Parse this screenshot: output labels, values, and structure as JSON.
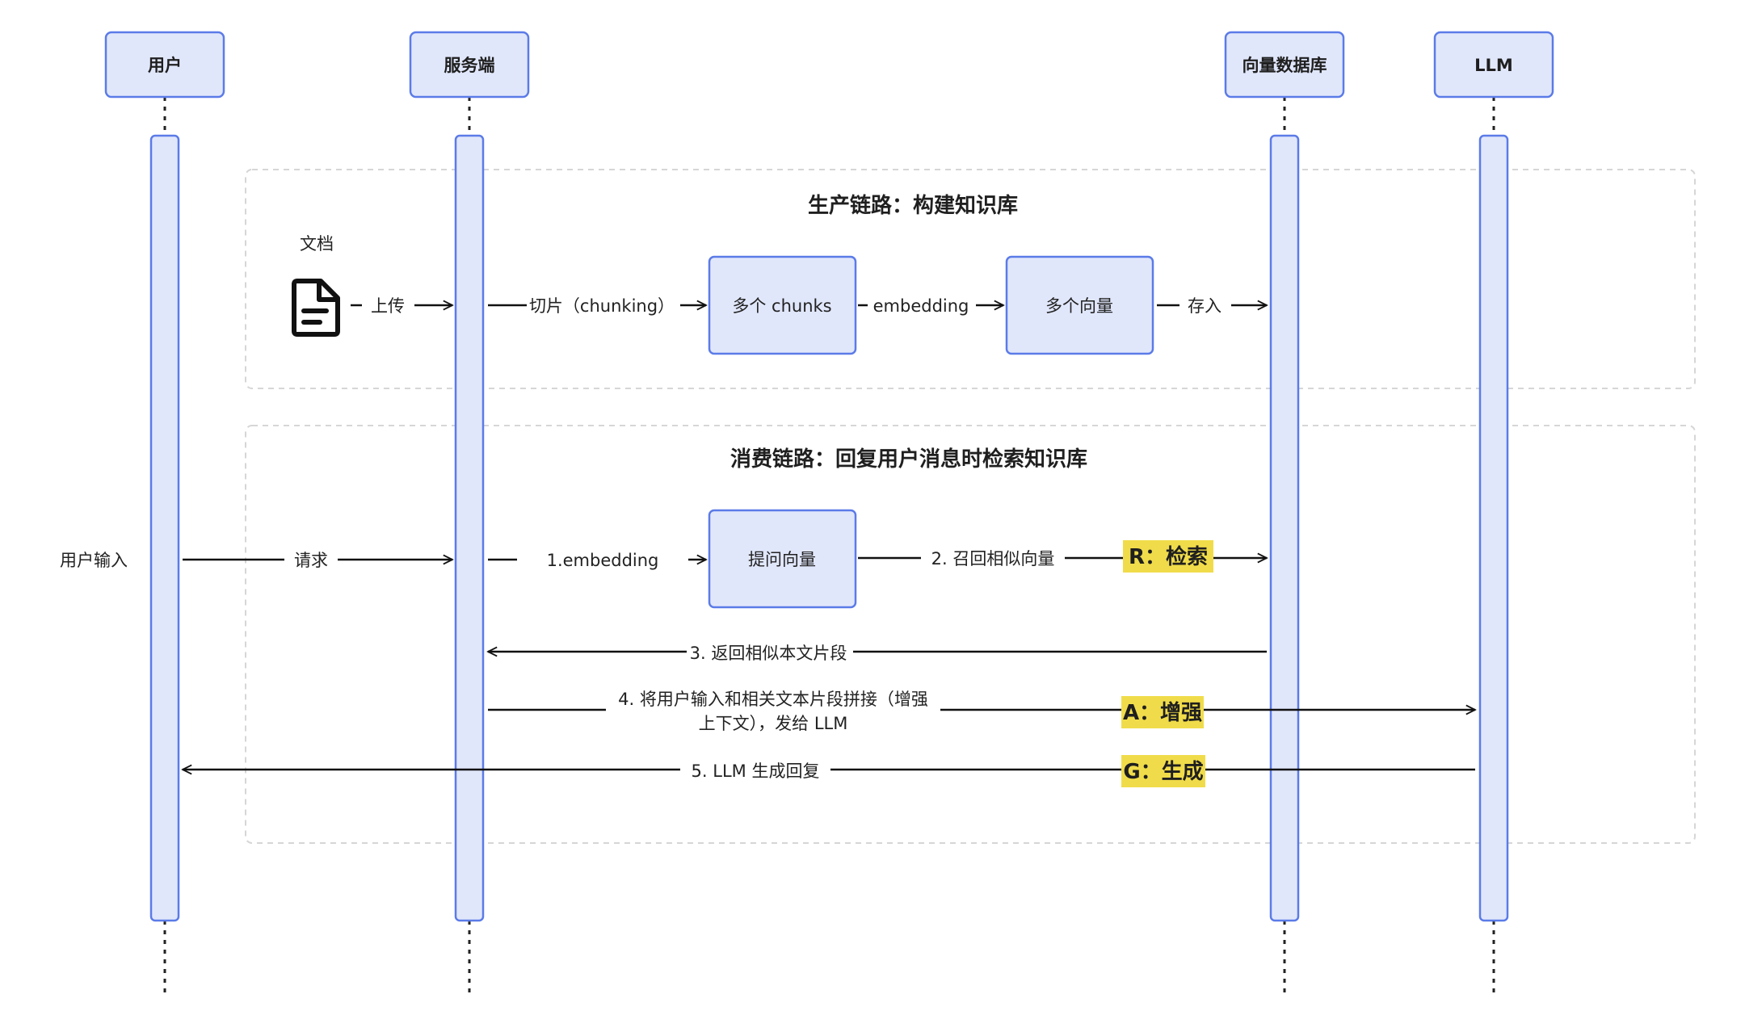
{
  "actors": [
    {
      "id": "user",
      "label": "用户"
    },
    {
      "id": "server",
      "label": "服务端"
    },
    {
      "id": "vectordb",
      "label": "向量数据库"
    },
    {
      "id": "llm",
      "label": "LLM"
    }
  ],
  "production": {
    "title": "生产链路：构建知识库",
    "doc_label": "文档",
    "upload_label": "上传",
    "chunking_label": "切片（chunking）",
    "chunks_box": "多个 chunks",
    "embedding_label": "embedding",
    "vectors_box": "多个向量",
    "store_label": "存入"
  },
  "consumption": {
    "title": "消费链路：回复用户消息时检索知识库",
    "user_input": "用户输入",
    "request_label": "请求",
    "embedding_label": "1.embedding",
    "query_vector_box": "提问向量",
    "recall_label": "2. 召回相似向量",
    "r_tag": "R：检索",
    "return_label": "3. 返回相似本文片段",
    "concat_line1": "4. 将用户输入和相关文本片段拼接（增强",
    "concat_line2": "上下文），发给 LLM",
    "a_tag": "A：增强",
    "generate_label": "5. LLM 生成回复",
    "g_tag": "G：生成"
  }
}
